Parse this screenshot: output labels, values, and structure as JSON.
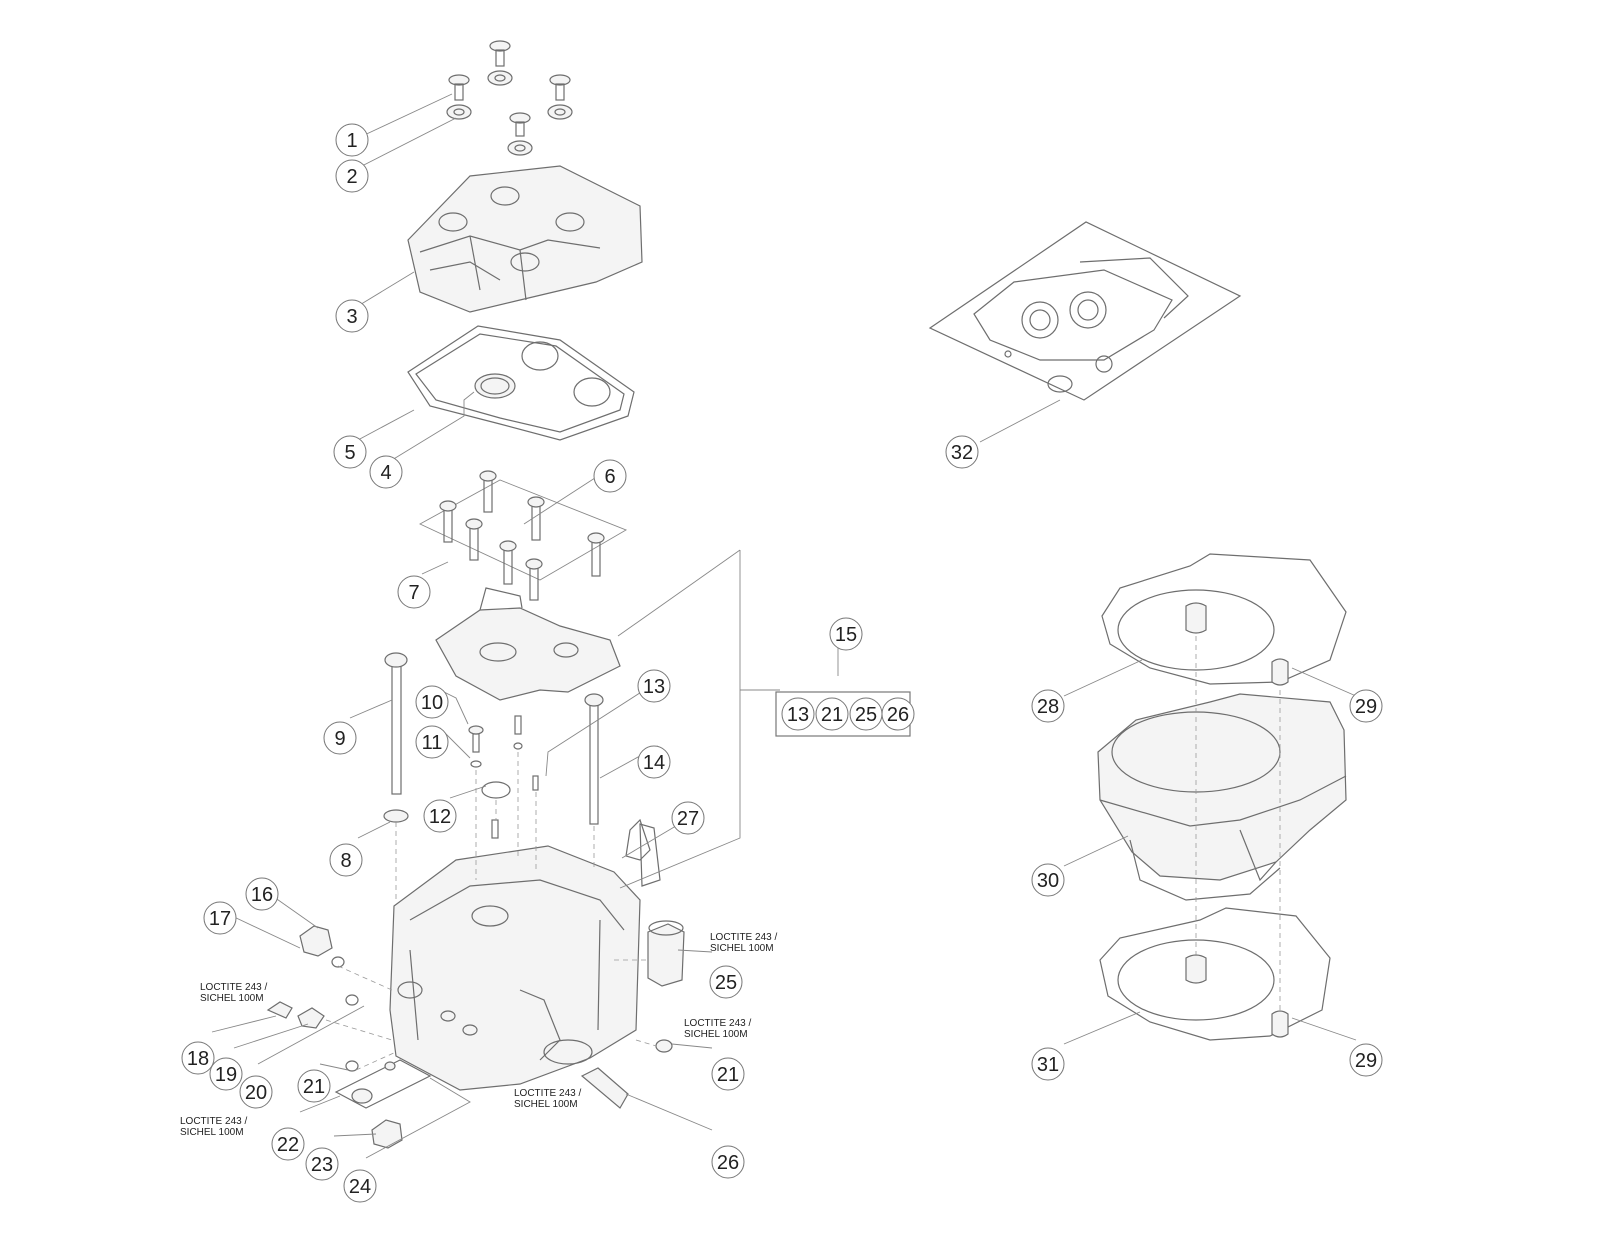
{
  "callouts": [
    {
      "id": "c1",
      "label": "1"
    },
    {
      "id": "c2",
      "label": "2"
    },
    {
      "id": "c3",
      "label": "3"
    },
    {
      "id": "c5",
      "label": "5"
    },
    {
      "id": "c4",
      "label": "4"
    },
    {
      "id": "c6",
      "label": "6"
    },
    {
      "id": "c7",
      "label": "7"
    },
    {
      "id": "c9",
      "label": "9"
    },
    {
      "id": "c10",
      "label": "10"
    },
    {
      "id": "c11",
      "label": "11"
    },
    {
      "id": "c12",
      "label": "12"
    },
    {
      "id": "c13",
      "label": "13"
    },
    {
      "id": "c14",
      "label": "14"
    },
    {
      "id": "c15",
      "label": "15"
    },
    {
      "id": "c8",
      "label": "8"
    },
    {
      "id": "c27",
      "label": "27"
    },
    {
      "id": "c16",
      "label": "16"
    },
    {
      "id": "c17",
      "label": "17"
    },
    {
      "id": "c25",
      "label": "25"
    },
    {
      "id": "c18",
      "label": "18"
    },
    {
      "id": "c19",
      "label": "19"
    },
    {
      "id": "c20",
      "label": "20"
    },
    {
      "id": "c21a",
      "label": "21"
    },
    {
      "id": "c21b",
      "label": "21"
    },
    {
      "id": "c22",
      "label": "22"
    },
    {
      "id": "c23",
      "label": "23"
    },
    {
      "id": "c24",
      "label": "24"
    },
    {
      "id": "c26",
      "label": "26"
    },
    {
      "id": "c32",
      "label": "32"
    },
    {
      "id": "c28",
      "label": "28"
    },
    {
      "id": "c29a",
      "label": "29"
    },
    {
      "id": "c30",
      "label": "30"
    },
    {
      "id": "c31",
      "label": "31"
    },
    {
      "id": "c29b",
      "label": "29"
    }
  ],
  "kit": {
    "label": "15",
    "items": [
      "13",
      "21",
      "25",
      "26"
    ]
  },
  "notes": [
    {
      "id": "n1",
      "lines": [
        "LOCTITE 243 /",
        "SICHEL 100M"
      ]
    },
    {
      "id": "n2",
      "lines": [
        "LOCTITE 243 /",
        "SICHEL 100M"
      ]
    },
    {
      "id": "n3",
      "lines": [
        "LOCTITE 243 /",
        "SICHEL 100M"
      ]
    },
    {
      "id": "n4",
      "lines": [
        "LOCTITE 243 /",
        "SICHEL 100M"
      ]
    },
    {
      "id": "n5",
      "lines": [
        "LOCTITE 243 /",
        "SICHEL 100M"
      ]
    }
  ],
  "colors": {
    "line": "#6e6e6e",
    "text": "#222222",
    "background": "#ffffff"
  }
}
